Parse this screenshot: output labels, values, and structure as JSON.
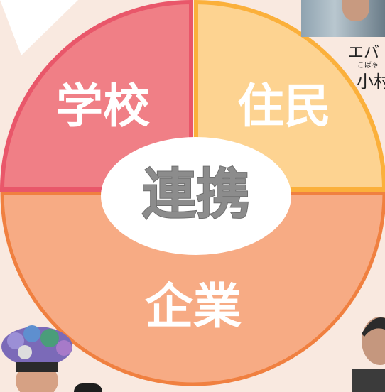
{
  "diagram": {
    "segments": [
      {
        "key": "school",
        "label": "学校",
        "fill": "#f07f86",
        "stroke": "#e9576a"
      },
      {
        "key": "residents",
        "label": "住民",
        "fill": "#fdd391",
        "stroke": "#fbb03b"
      },
      {
        "key": "business",
        "label": "企業",
        "fill": "#f7ab84",
        "stroke": "#f08040"
      }
    ],
    "center_label": "連携",
    "center_fill": "#ffffff",
    "center_text_color": "#8c8c8c"
  },
  "caption": {
    "line1": "エバ",
    "ruby": "こばゃ",
    "name": "小村"
  },
  "colors": {
    "background": "#f9e9e0",
    "pointer": "#ffffff"
  }
}
